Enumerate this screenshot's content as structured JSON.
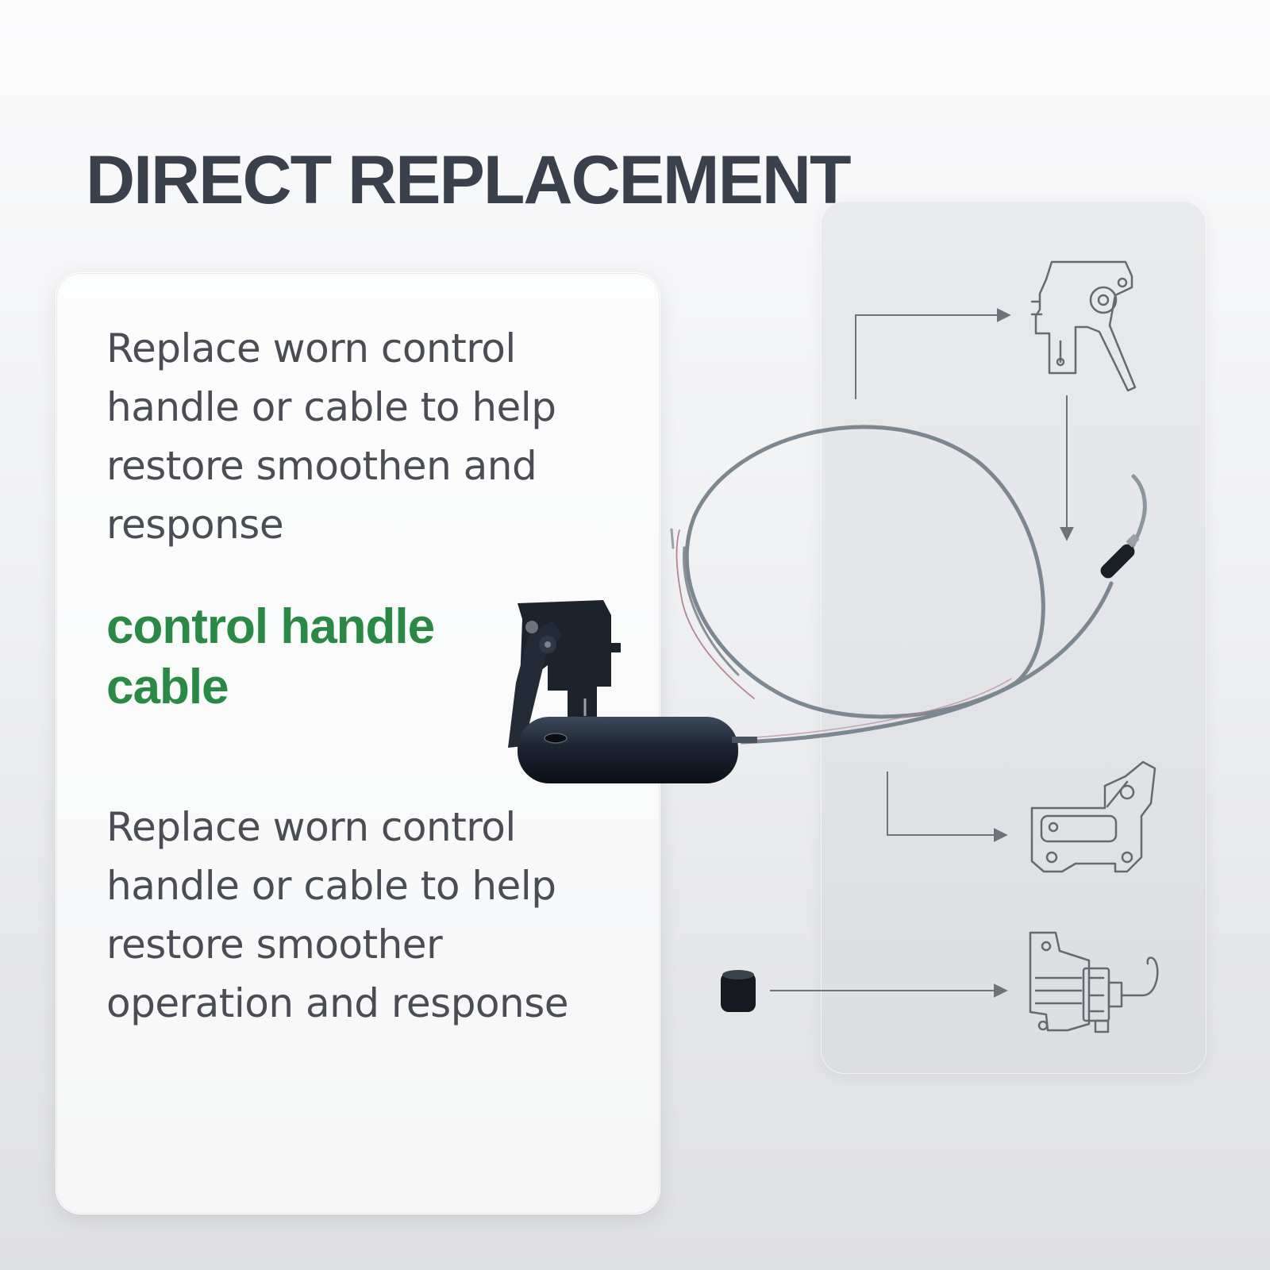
{
  "title": "DIRECT REPLACEMENT",
  "text_card": {
    "paragraph_1": "Replace worn control handle or cable to help restore smoothen and response",
    "highlight": "control handle cable",
    "paragraph_2": "Replace worn control handle or cable to help restore smoother operation and response"
  },
  "colors": {
    "title": "#3a404c",
    "body_text": "#4a4d53",
    "highlight": "#2a8a45",
    "line_art": "#6a6d73"
  },
  "icons": [
    "trigger-lever-icon",
    "bracket-plate-icon",
    "clamp-bracket-icon",
    "control-handle-product",
    "cable-product",
    "ferrule-product"
  ]
}
